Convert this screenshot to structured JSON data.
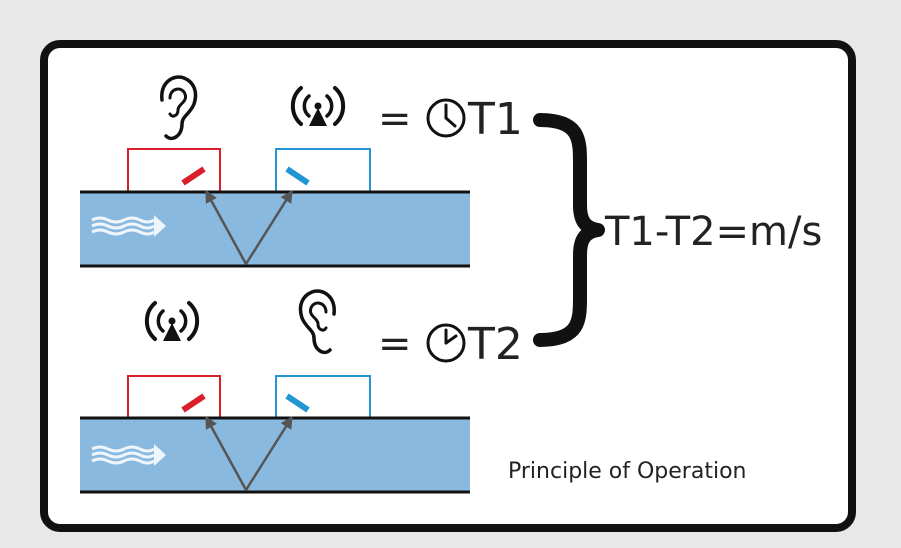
{
  "colors": {
    "background": "#e8e8e8",
    "panel": "#ffffff",
    "frame": "#111111",
    "pipe_fluid": "#8ab9e0",
    "pipe_wall": "#111111",
    "transducer_left": "#d9202a",
    "transducer_right": "#2196d3",
    "flow_arrow": "#eef5fb",
    "beam": "#555555",
    "text": "#222222"
  },
  "rows": [
    {
      "id": "upstream",
      "listener_side": "left",
      "emitter_side": "right",
      "icons": [
        "ear-icon",
        "radio-wave-emitter-icon"
      ],
      "equals": "=",
      "time_label": "T1"
    },
    {
      "id": "downstream",
      "listener_side": "right",
      "emitter_side": "left",
      "icons": [
        "radio-wave-emitter-icon",
        "ear-icon"
      ],
      "equals": "=",
      "time_label": "T2"
    }
  ],
  "result": "T1-T2=m/s",
  "caption": "Principle of Operation"
}
